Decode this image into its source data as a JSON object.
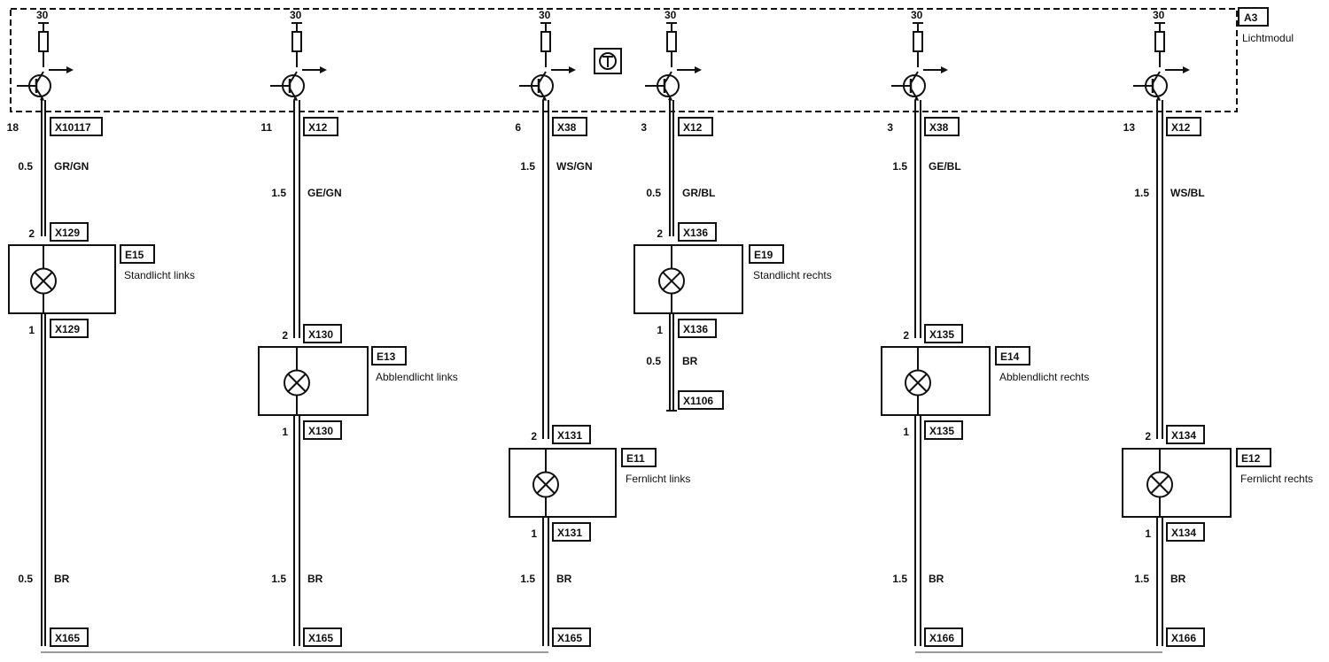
{
  "module": {
    "id": "A3",
    "name": "Lichtmodul",
    "supply": "30"
  },
  "circuits": [
    {
      "top_pin": "18",
      "top_conn": "X10117",
      "wire1_size": "0.5",
      "wire1_color": "GR/GN",
      "lamp_id": "E15",
      "lamp_name": "Standlicht links",
      "lamp_in_pin": "2",
      "lamp_in_conn": "X129",
      "lamp_out_pin": "1",
      "lamp_out_conn": "X129",
      "wire2_size": "0.5",
      "wire2_color": "BR",
      "ground_conn": "X165"
    },
    {
      "top_pin": "11",
      "top_conn": "X12",
      "wire1_size": "1.5",
      "wire1_color": "GE/GN",
      "lamp_id": "E13",
      "lamp_name": "Abblendlicht links",
      "lamp_in_pin": "2",
      "lamp_in_conn": "X130",
      "lamp_out_pin": "1",
      "lamp_out_conn": "X130",
      "wire2_size": "1.5",
      "wire2_color": "BR",
      "ground_conn": "X165"
    },
    {
      "top_pin": "6",
      "top_conn": "X38",
      "wire1_size": "1.5",
      "wire1_color": "WS/GN",
      "lamp_id": "E11",
      "lamp_name": "Fernlicht links",
      "lamp_in_pin": "2",
      "lamp_in_conn": "X131",
      "lamp_out_pin": "1",
      "lamp_out_conn": "X131",
      "wire2_size": "1.5",
      "wire2_color": "BR",
      "ground_conn": "X165"
    },
    {
      "top_pin": "3",
      "top_conn": "X12",
      "wire1_size": "0.5",
      "wire1_color": "GR/BL",
      "lamp_id": "E19",
      "lamp_name": "Standlicht rechts",
      "lamp_in_pin": "2",
      "lamp_in_conn": "X136",
      "lamp_out_pin": "1",
      "lamp_out_conn": "X136",
      "wire2_size": "0.5",
      "wire2_color": "BR",
      "ground_conn": "X1106"
    },
    {
      "top_pin": "3",
      "top_conn": "X38",
      "wire1_size": "1.5",
      "wire1_color": "GE/BL",
      "lamp_id": "E14",
      "lamp_name": "Abblendlicht rechts",
      "lamp_in_pin": "2",
      "lamp_in_conn": "X135",
      "lamp_out_pin": "1",
      "lamp_out_conn": "X135",
      "wire2_size": "1.5",
      "wire2_color": "BR",
      "ground_conn": "X166"
    },
    {
      "top_pin": "13",
      "top_conn": "X12",
      "wire1_size": "1.5",
      "wire1_color": "WS/BL",
      "lamp_id": "E12",
      "lamp_name": "Fernlicht rechts",
      "lamp_in_pin": "2",
      "lamp_in_conn": "X134",
      "lamp_out_pin": "1",
      "lamp_out_conn": "X134",
      "wire2_size": "1.5",
      "wire2_color": "BR",
      "ground_conn": "X166"
    }
  ]
}
